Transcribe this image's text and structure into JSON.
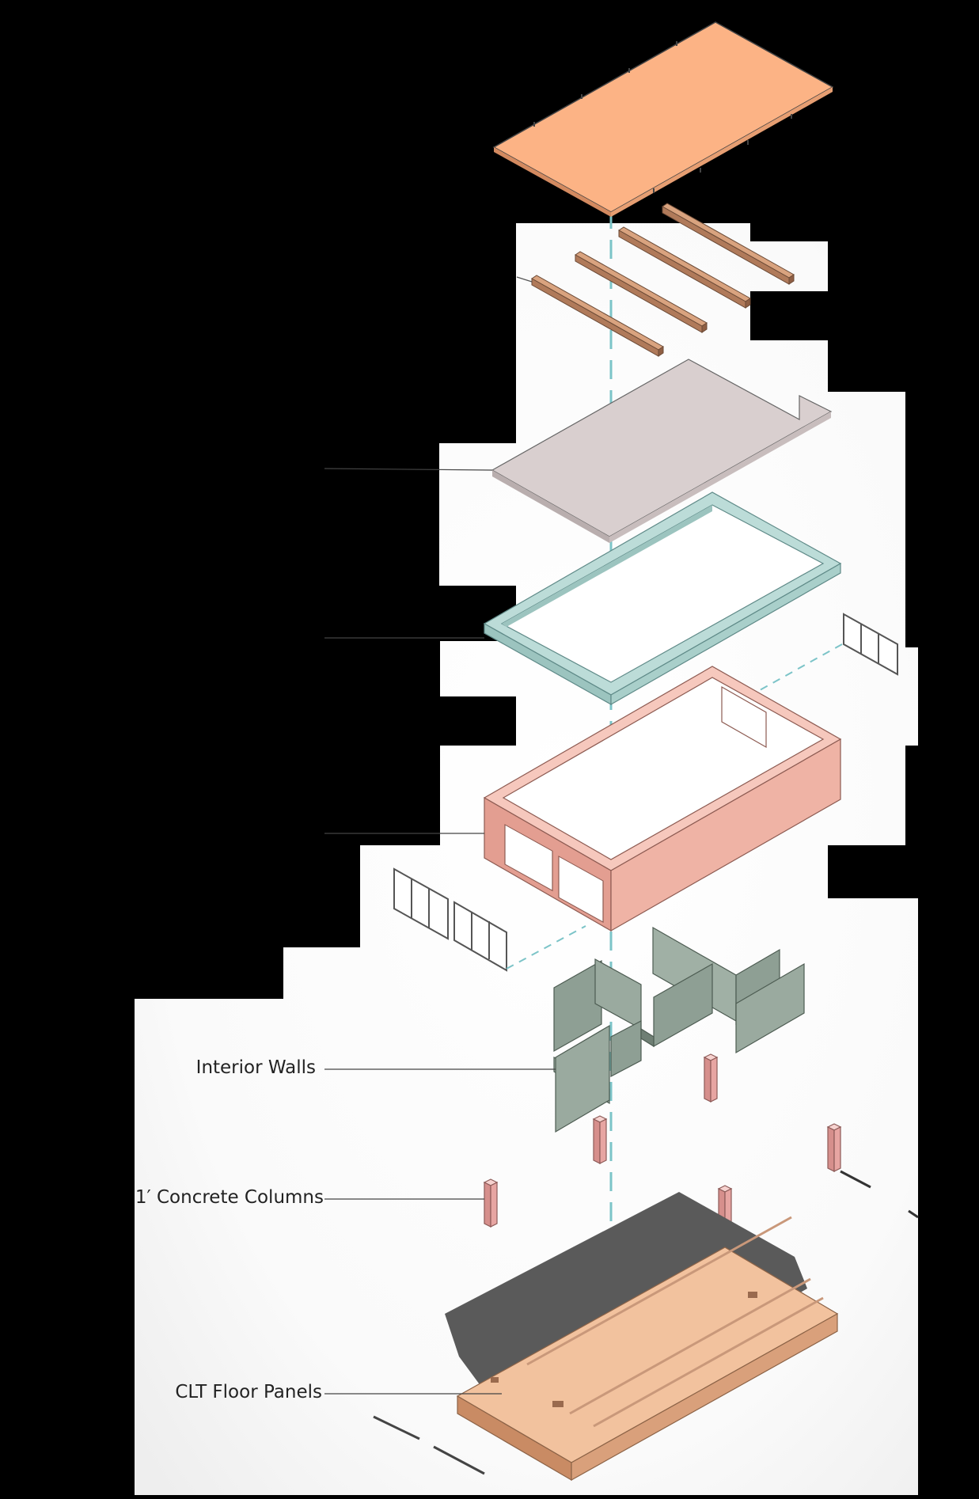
{
  "diagram": {
    "labels": {
      "interior_walls": "Interior Walls",
      "concrete_columns": "1′ Concrete Columns",
      "clt_floor_panels": "CLT Floor Panels"
    },
    "colors": {
      "background": "#000000",
      "roof_panel": "#FCB385",
      "beams": "#C8906E",
      "deck": "#D9CFCF",
      "ring_beam": "#BCDCD8",
      "walls_shell": "#EFB3A5",
      "window_frames": "#777777",
      "interior_walls": "#8E9F94",
      "columns": "#E7A5A2",
      "floor_panel": "#F2C29E",
      "shadow": "#5A5A5A",
      "axis_line": "#7CC4C8"
    }
  }
}
